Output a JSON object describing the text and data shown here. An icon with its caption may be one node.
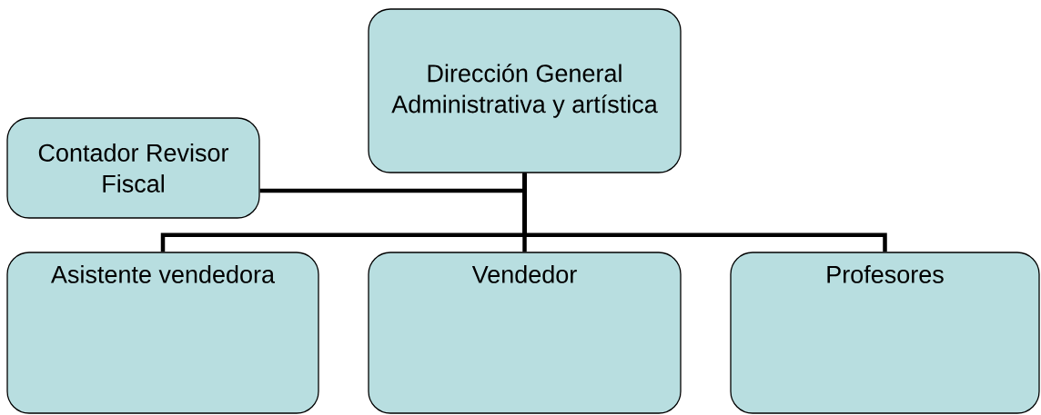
{
  "diagram": {
    "nodes": [
      {
        "text": [
          "Dirección General Administrativa y artística"
        ]
      },
      {
        "text": [
          "Contador Revisor Fiscal"
        ]
      },
      {
        "text": [
          "Asistente vendedora"
        ]
      },
      {
        "text": [
          "Vendedor"
        ]
      },
      {
        "text": [
          "Profesores"
        ]
      }
    ],
    "edges": [
      {
        "from": 0,
        "to": 1,
        "arrow": "none"
      },
      {
        "from": 0,
        "to": 2,
        "arrow": "none"
      },
      {
        "from": 0,
        "to": 3,
        "arrow": "none"
      },
      {
        "from": 0,
        "to": 4,
        "arrow": "none"
      }
    ]
  }
}
